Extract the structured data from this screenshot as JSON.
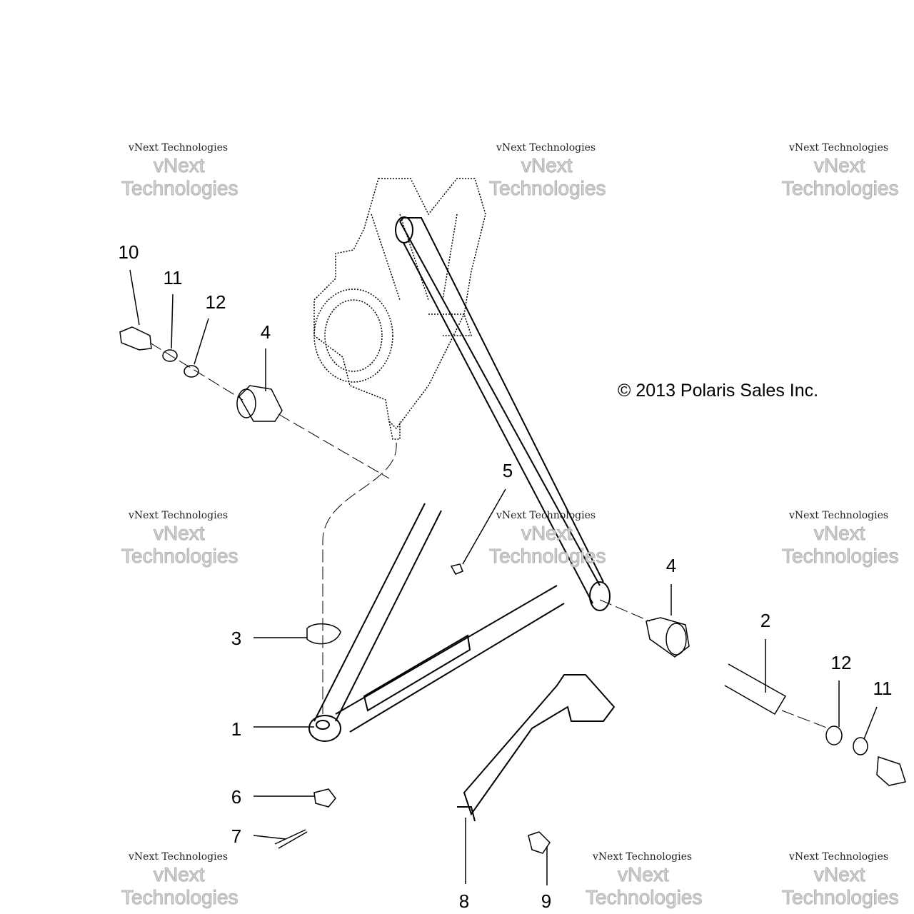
{
  "diagram": {
    "copyright": "© 2013 Polaris Sales Inc.",
    "watermark": {
      "small": "vNext Technologies",
      "big_line1": "vNext",
      "big_line2": "Technologies"
    },
    "callouts": [
      "10",
      "11",
      "12",
      "4",
      "5",
      "4",
      "2",
      "12",
      "11",
      "3",
      "1",
      "6",
      "7",
      "8",
      "9"
    ],
    "line_color": "#000000"
  }
}
